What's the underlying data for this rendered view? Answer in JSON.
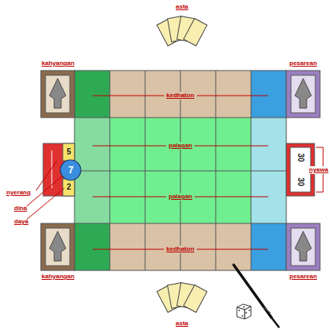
{
  "diagram": {
    "nodes": [
      {
        "text": [
          "kahyangan"
        ]
      },
      {
        "text": [
          "pesarean"
        ]
      },
      {
        "text": [
          "kedhaton"
        ]
      },
      {
        "text": [
          "palagan"
        ]
      },
      {
        "text": [
          "palagan"
        ]
      },
      {
        "text": [
          "kedhaton"
        ]
      },
      {
        "text": [
          "5",
          "2"
        ]
      },
      {
        "text": [
          "7"
        ],
        "in": 6
      },
      {
        "text": [
          "30",
          "30"
        ]
      },
      {
        "text": [
          "kahyangan"
        ]
      },
      {
        "text": [
          "pesarean"
        ]
      }
    ],
    "labels": [
      "asta",
      "asta",
      "nyawa",
      "nyerang",
      "dina",
      "daya"
    ]
  }
}
